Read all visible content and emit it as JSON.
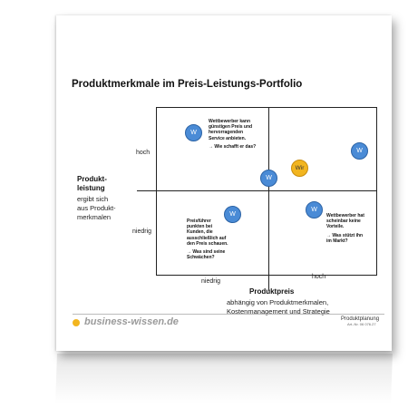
{
  "document": {
    "title": "Produktmerkmale im Preis-Leistungs-Portfolio"
  },
  "y_axis": {
    "title_line1": "Produkt-",
    "title_line2": "leistung",
    "desc_line1": "ergibt sich",
    "desc_line2": "aus Produkt-",
    "desc_line3": "merkmalen",
    "high_label": "hoch",
    "low_label": "niedrig"
  },
  "x_axis": {
    "low_label": "niedrig",
    "high_label": "hoch",
    "title": "Produktpreis",
    "desc_line1": "abhängig von Produktmerkmalen,",
    "desc_line2": "Kostenmanagement und Strategie"
  },
  "notes": {
    "top_left": [
      "Wettbewerber kann",
      "günstigen Preis und",
      "hervorragenden",
      "Service anbieten.",
      "",
      "→ Wie schafft er das?"
    ],
    "bottom_left": [
      "Preisführer",
      "punkten bei",
      "Kunden, die",
      "ausschließlich auf",
      "den Preis schauen.",
      "",
      "→ Was sind seine",
      "Schwächen?"
    ],
    "bottom_right": [
      "Wettbewerber hat",
      "scheinbar keine",
      "Vorteile.",
      "",
      "→ Was stützt ihn",
      "im Markt?"
    ]
  },
  "markers": {
    "competitor_label": "W",
    "own_label": "Wir"
  },
  "footer": {
    "logo_text": "business-wissen.de",
    "category": "Produktplanung",
    "article_no": "Art.-Nr. 06 076.27"
  },
  "colors": {
    "competitor": "#4a8bd6",
    "own": "#f2b51f",
    "logo_accent": "#f2b51f"
  }
}
